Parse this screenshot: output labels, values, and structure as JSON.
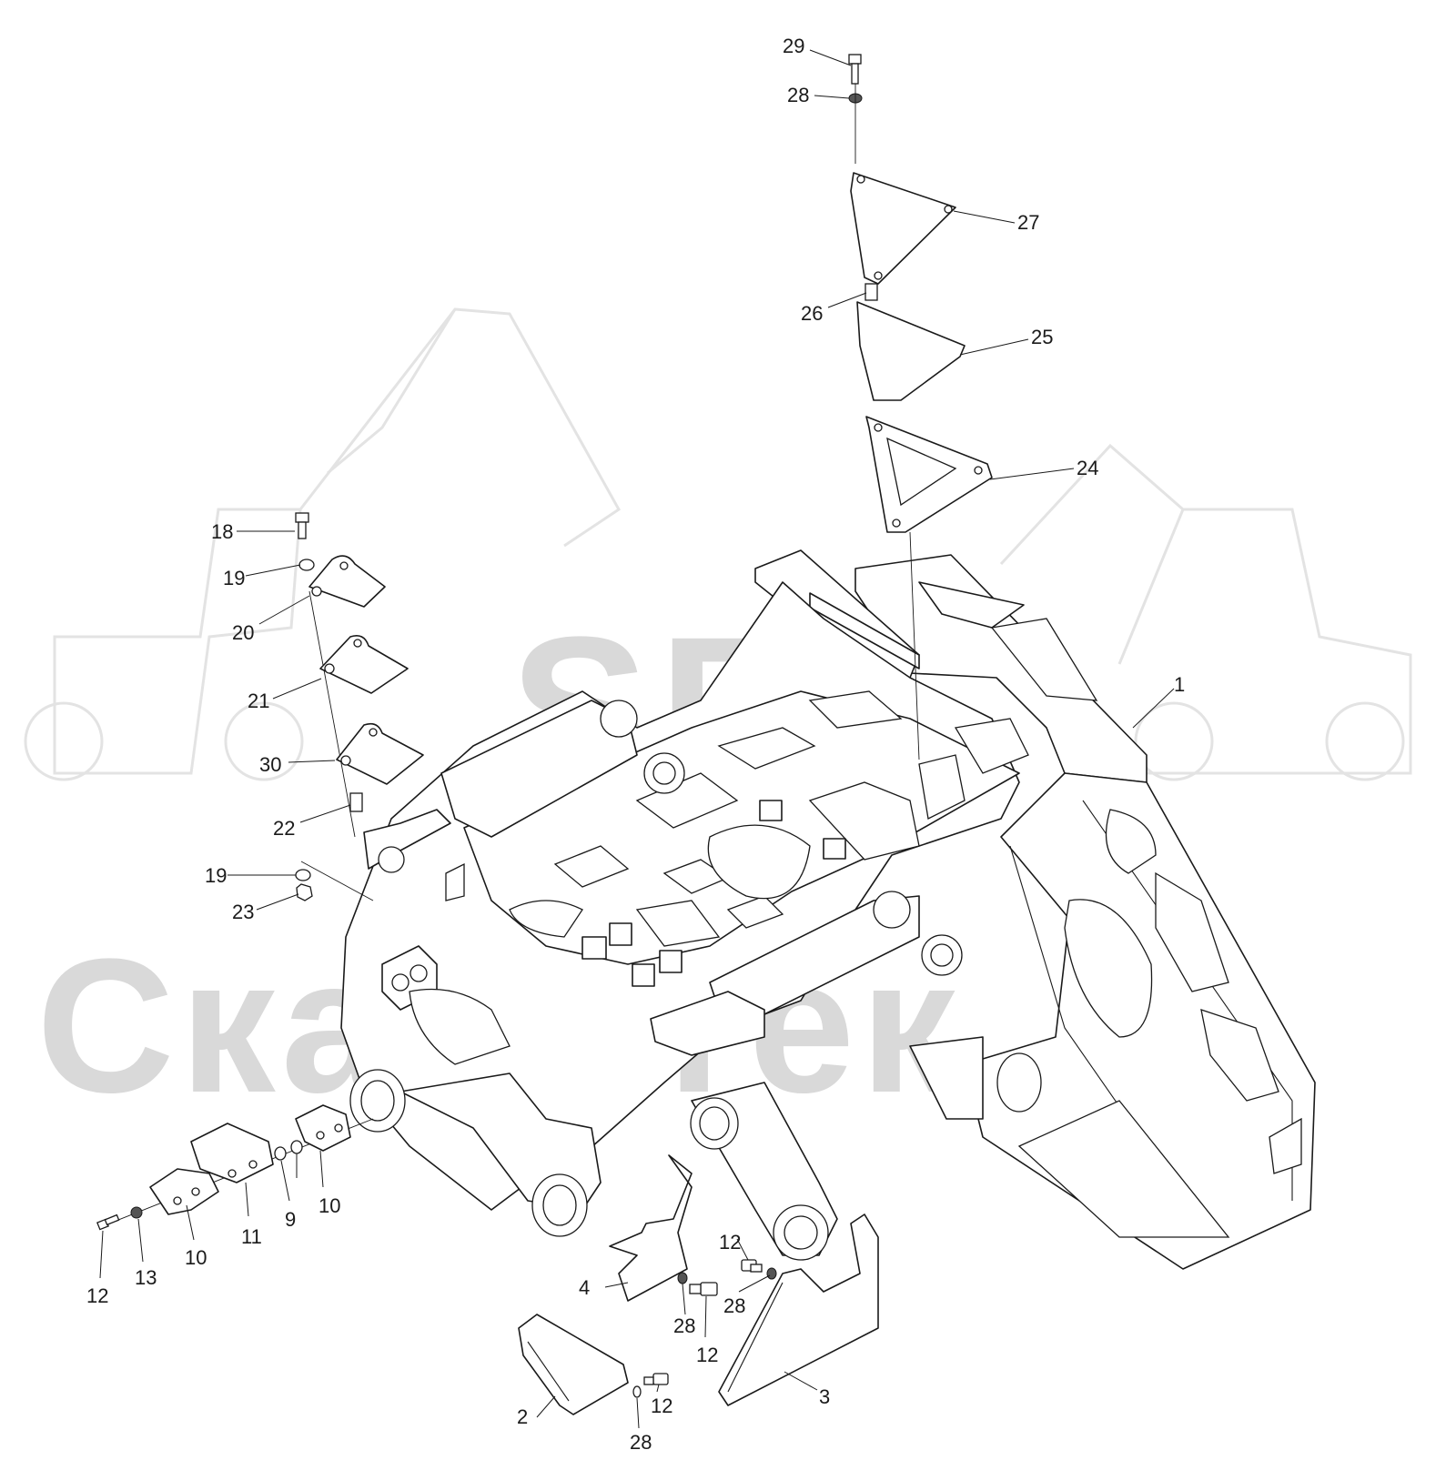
{
  "watermark": {
    "logo_text": "SET",
    "brand_text": "СканоТек"
  },
  "callouts": [
    {
      "id": "c29",
      "label": "29"
    },
    {
      "id": "c28a",
      "label": "28"
    },
    {
      "id": "c27",
      "label": "27"
    },
    {
      "id": "c26",
      "label": "26"
    },
    {
      "id": "c25",
      "label": "25"
    },
    {
      "id": "c24",
      "label": "24"
    },
    {
      "id": "c1",
      "label": "1"
    },
    {
      "id": "c18",
      "label": "18"
    },
    {
      "id": "c19a",
      "label": "19"
    },
    {
      "id": "c20",
      "label": "20"
    },
    {
      "id": "c21",
      "label": "21"
    },
    {
      "id": "c30",
      "label": "30"
    },
    {
      "id": "c22",
      "label": "22"
    },
    {
      "id": "c19b",
      "label": "19"
    },
    {
      "id": "c23",
      "label": "23"
    },
    {
      "id": "c12a",
      "label": "12"
    },
    {
      "id": "c13",
      "label": "13"
    },
    {
      "id": "c10a",
      "label": "10"
    },
    {
      "id": "c11",
      "label": "11"
    },
    {
      "id": "c9",
      "label": "9"
    },
    {
      "id": "c10b",
      "label": "10"
    },
    {
      "id": "c4",
      "label": "4"
    },
    {
      "id": "c28b",
      "label": "28"
    },
    {
      "id": "c12b",
      "label": "12"
    },
    {
      "id": "c12c",
      "label": "12"
    },
    {
      "id": "c28c",
      "label": "28"
    },
    {
      "id": "c3",
      "label": "3"
    },
    {
      "id": "c2",
      "label": "2"
    },
    {
      "id": "c28d",
      "label": "28"
    },
    {
      "id": "c12d",
      "label": "12"
    }
  ]
}
